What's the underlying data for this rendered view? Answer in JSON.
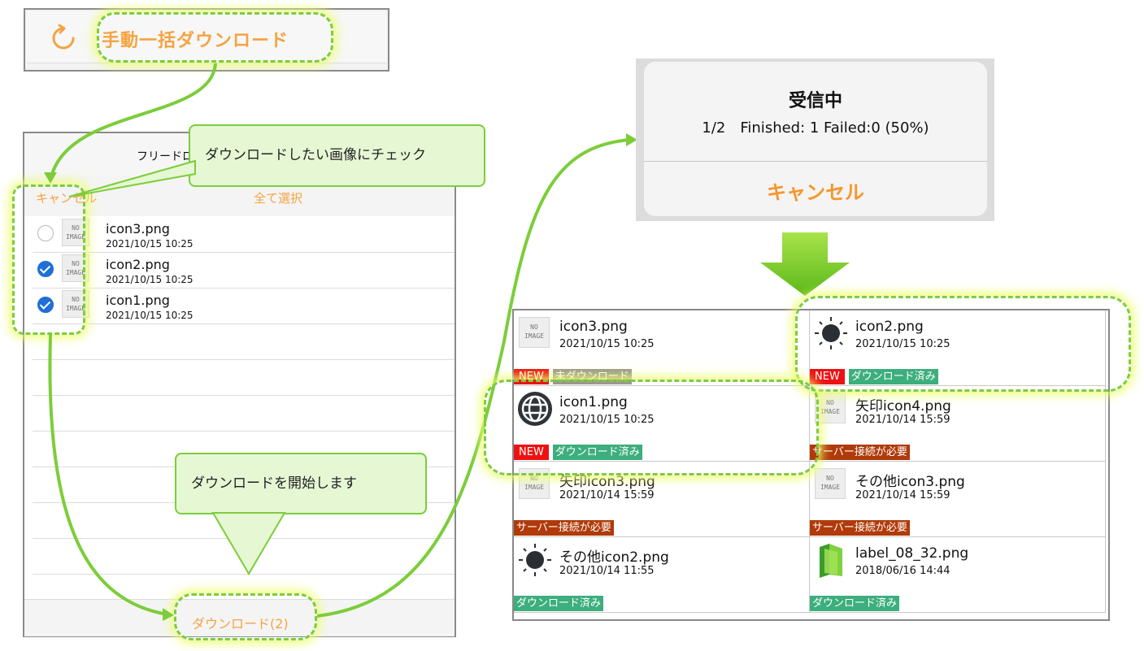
{
  "toolbar": {
    "bulk_download_label": "手動一括ダウンロード"
  },
  "left_panel": {
    "header_title": "フリードロ",
    "cancel_label": "キャンセル",
    "select_all_label": "全て選択",
    "rows": [
      {
        "name": "icon3.png",
        "date": "2021/10/15 10:25",
        "checked": false,
        "thumb": "NO IMAGE"
      },
      {
        "name": "icon2.png",
        "date": "2021/10/15 10:25",
        "checked": true,
        "thumb": "NO IMAGE"
      },
      {
        "name": "icon1.png",
        "date": "2021/10/15 10:25",
        "checked": true,
        "thumb": "NO IMAGE"
      }
    ],
    "download_button_label": "ダウンロード(2)"
  },
  "callouts": {
    "check_images": "ダウンロードしたい画像にチェック",
    "start_download": "ダウンロードを開始します"
  },
  "dialog": {
    "title": "受信中",
    "progress_text": "1/2　Finished: 1  Failed:0 (50%)",
    "cancel_label": "キャンセル"
  },
  "grid": {
    "cells": [
      {
        "name": "icon3.png",
        "date": "2021/10/15 10:25",
        "icon": "no-image",
        "tags": [
          {
            "text": "NEW",
            "kind": "new"
          },
          {
            "text": "未ダウンロード",
            "kind": "notdl"
          }
        ]
      },
      {
        "name": "icon2.png",
        "date": "2021/10/15 10:25",
        "icon": "sun-icon",
        "tags": [
          {
            "text": "NEW",
            "kind": "new"
          },
          {
            "text": "ダウンロード済み",
            "kind": "done"
          }
        ]
      },
      {
        "name": "icon1.png",
        "date": "2021/10/15 10:25",
        "icon": "globe-icon",
        "tags": [
          {
            "text": "NEW",
            "kind": "new"
          },
          {
            "text": "ダウンロード済み",
            "kind": "done"
          }
        ]
      },
      {
        "name": "矢印icon4.png",
        "date": "2021/10/14 15:59",
        "icon": "no-image",
        "tags": [
          {
            "text": "サーバー接続が必要",
            "kind": "server"
          }
        ]
      },
      {
        "name": "矢印icon3.png",
        "date": "2021/10/14 15:59",
        "icon": "no-image",
        "tags": [
          {
            "text": "サーバー接続が必要",
            "kind": "server"
          }
        ]
      },
      {
        "name": "その他icon3.png",
        "date": "2021/10/14 15:59",
        "icon": "no-image",
        "tags": [
          {
            "text": "サーバー接続が必要",
            "kind": "server"
          }
        ]
      },
      {
        "name": "その他icon2.png",
        "date": "2021/10/14 11:55",
        "icon": "sun-icon",
        "tags": [
          {
            "text": "ダウンロード済み",
            "kind": "done"
          }
        ]
      },
      {
        "name": "label_08_32.png",
        "date": "2018/06/16 14:44",
        "icon": "folder-icon",
        "tags": [
          {
            "text": "ダウンロード済み",
            "kind": "done"
          }
        ]
      }
    ]
  },
  "colors": {
    "accent": "#f5a340",
    "highlight": "#7ccd3a",
    "new": "#ee1111",
    "downloaded": "#3dae7d",
    "server": "#b03a0a",
    "not_downloaded": "#9c9890"
  }
}
